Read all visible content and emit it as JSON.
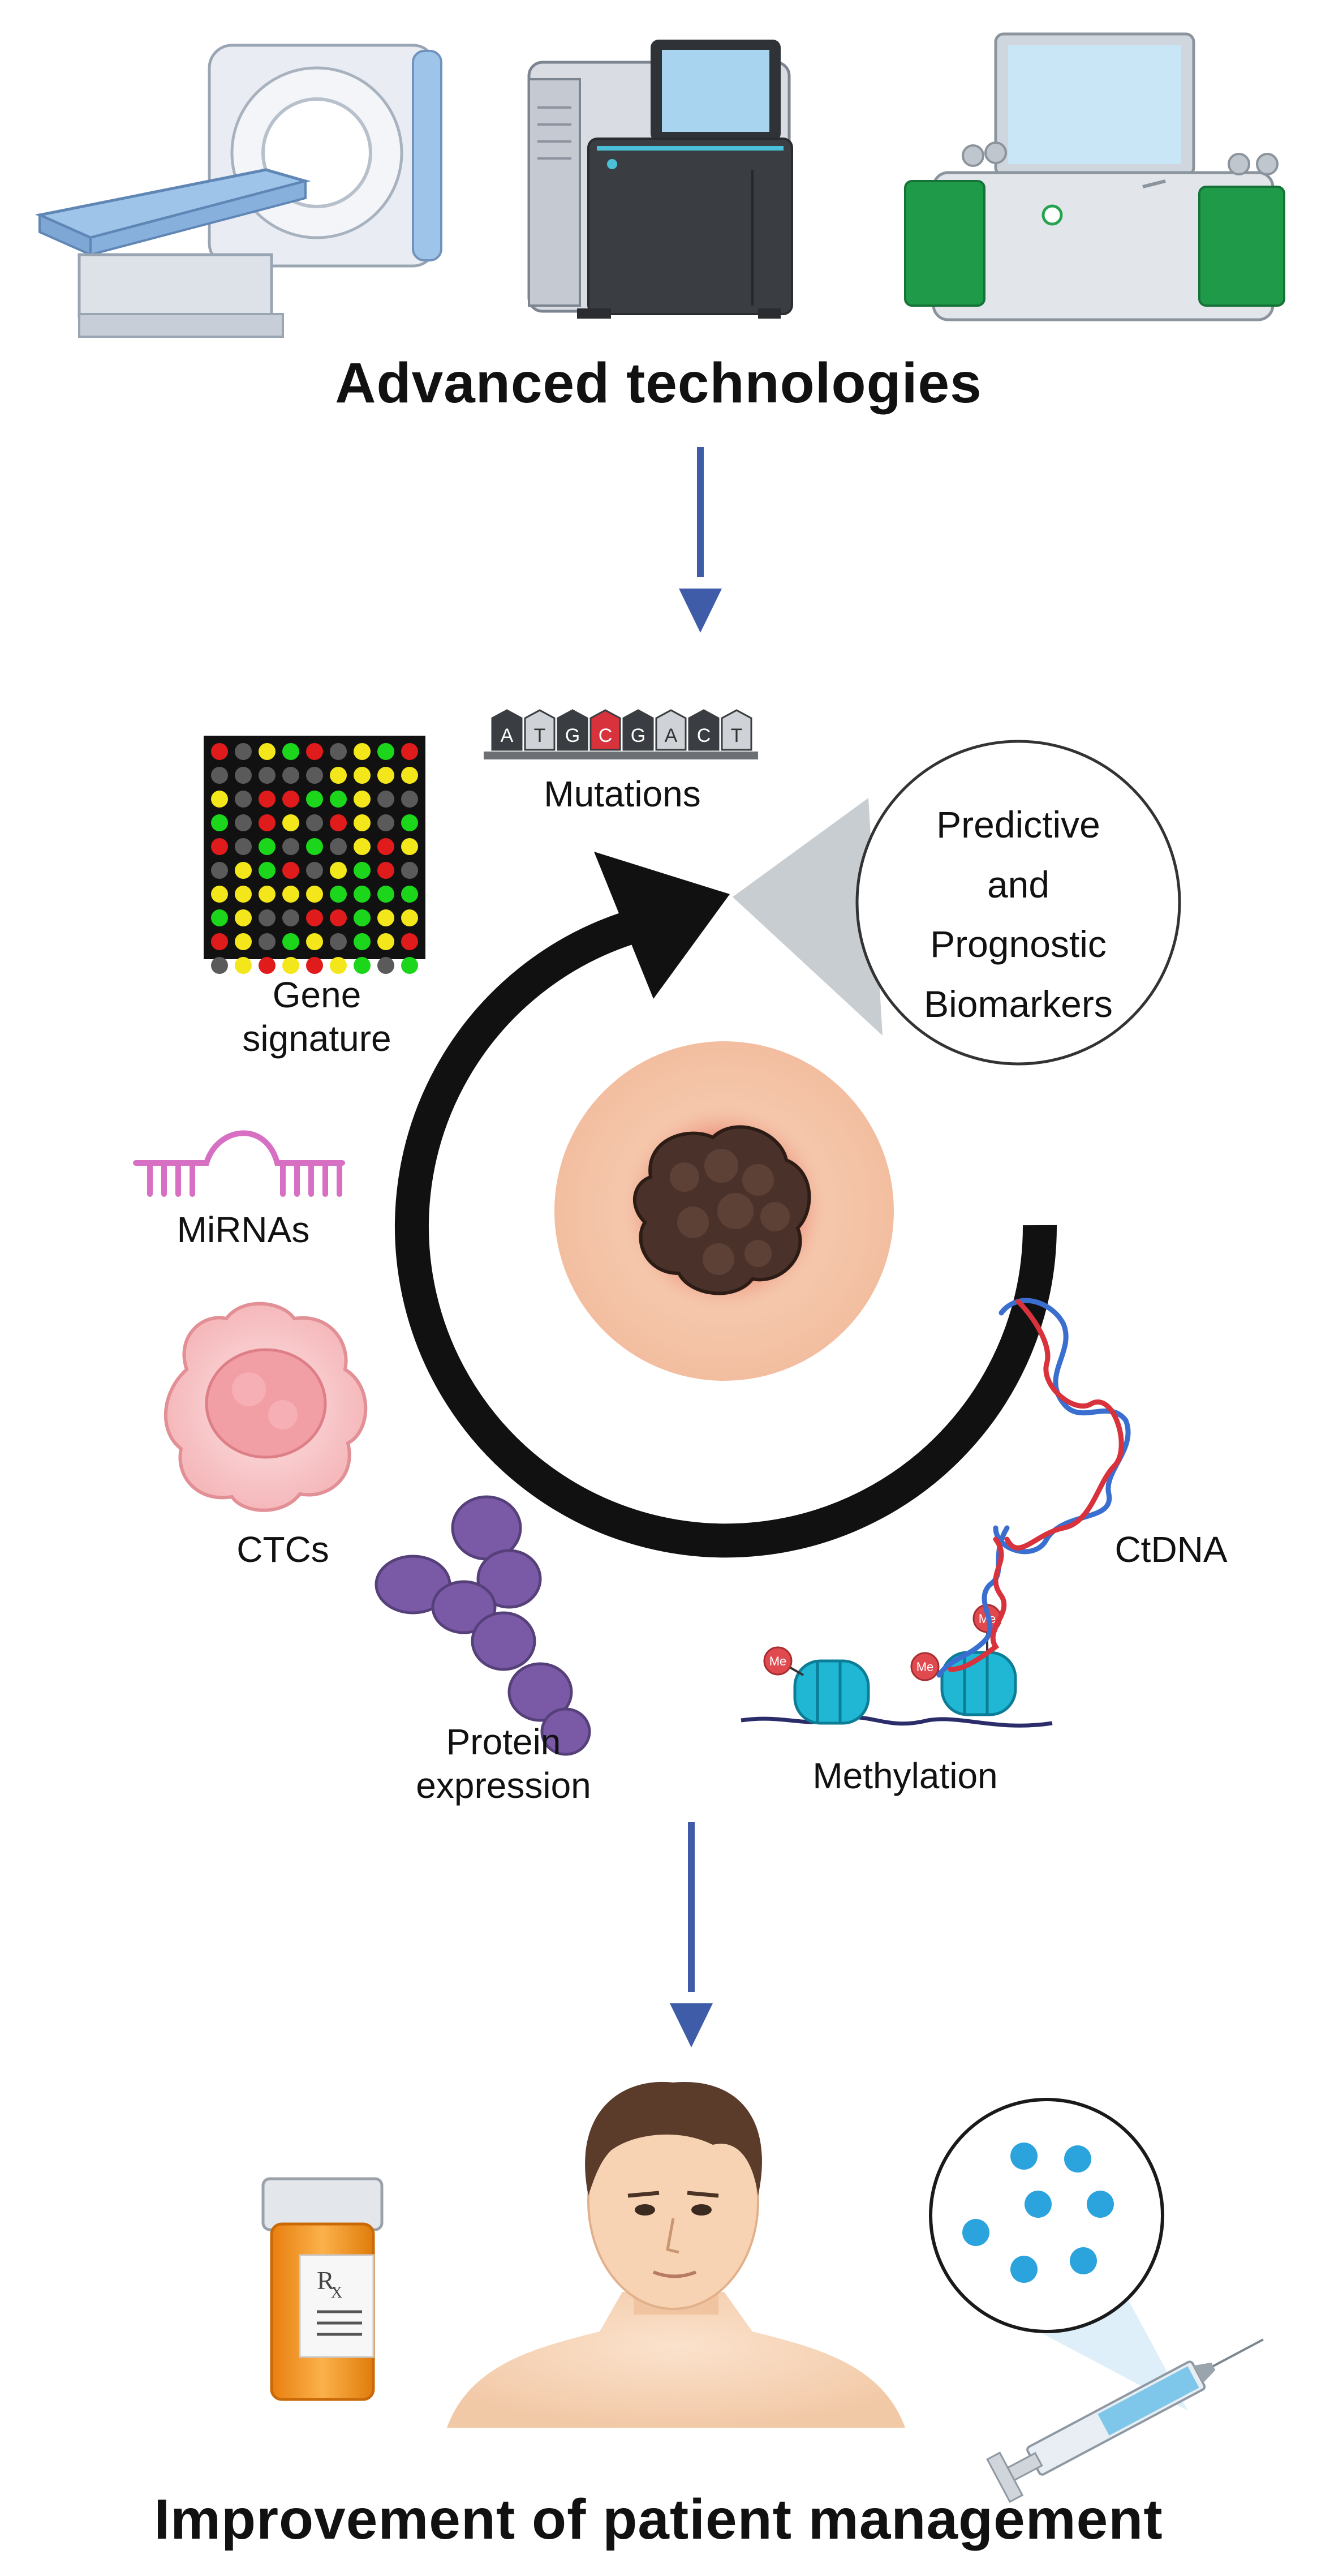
{
  "heading_top": "Advanced  technologies",
  "heading_bottom": "Improvement of patient management",
  "center_label": [
    "Predictive",
    "and",
    "Prognostic",
    "Biomarkers"
  ],
  "biomarkers": {
    "mutations": "Mutations",
    "gene_signature": [
      "Gene",
      "signature"
    ],
    "mirnas": "MiRNAs",
    "ctcs": "CTCs",
    "protein_expression": [
      "Protein",
      "expression"
    ],
    "methylation": "Methylation",
    "ctdna": "CtDNA"
  },
  "sequence_letters": [
    "A",
    "T",
    "G",
    "C",
    "G",
    "A",
    "C",
    "T"
  ],
  "methyl_tag": "Me",
  "rx_symbol": "R",
  "rx_subscript": "X",
  "colors": {
    "arrow_blue": "#3f5ca8",
    "cycle_black": "#111111",
    "tumor_halo": "#f5c7a8",
    "mirna_pink": "#d76fc2",
    "protein_purple": "#7a5aa6",
    "ctdna_red": "#d8323c",
    "ctdna_blue": "#3a6fd0",
    "nucleosome_teal": "#1fb7d4",
    "pill_orange": "#f39a1c",
    "scanner_blue": "#9fc4ea",
    "machine_green": "#1f9a49"
  }
}
